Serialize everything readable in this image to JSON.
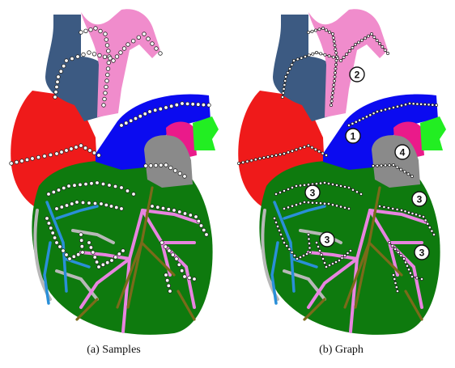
{
  "panels": [
    {
      "id": "a",
      "caption": "(a) Samples"
    },
    {
      "id": "b",
      "caption": "(b) Graph"
    }
  ],
  "colors": {
    "vena_cava": "#3c5a82",
    "aorta": "#f08ccc",
    "pulmonary_artery": "#0b0bf0",
    "right_atrium": "#ef1a1a",
    "left_atrium": "#ea1a8a",
    "pulmonary_vein": "#22ee22",
    "left_atrium_appendage": "#8a8a8a",
    "ventricles": "#0e7a0e",
    "coronary_veins": "#e884e0",
    "coronary_arteries": "#7a6a1a",
    "right_coronary": "#2a8fd8",
    "gray_vessels": "#b8b8b8"
  },
  "graph_labels": [
    {
      "id": "1",
      "label": "1"
    },
    {
      "id": "2",
      "label": "2"
    },
    {
      "id": "3a",
      "label": "3"
    },
    {
      "id": "3b",
      "label": "3"
    },
    {
      "id": "3c",
      "label": "3"
    },
    {
      "id": "3d",
      "label": "3"
    },
    {
      "id": "4",
      "label": "4"
    }
  ]
}
